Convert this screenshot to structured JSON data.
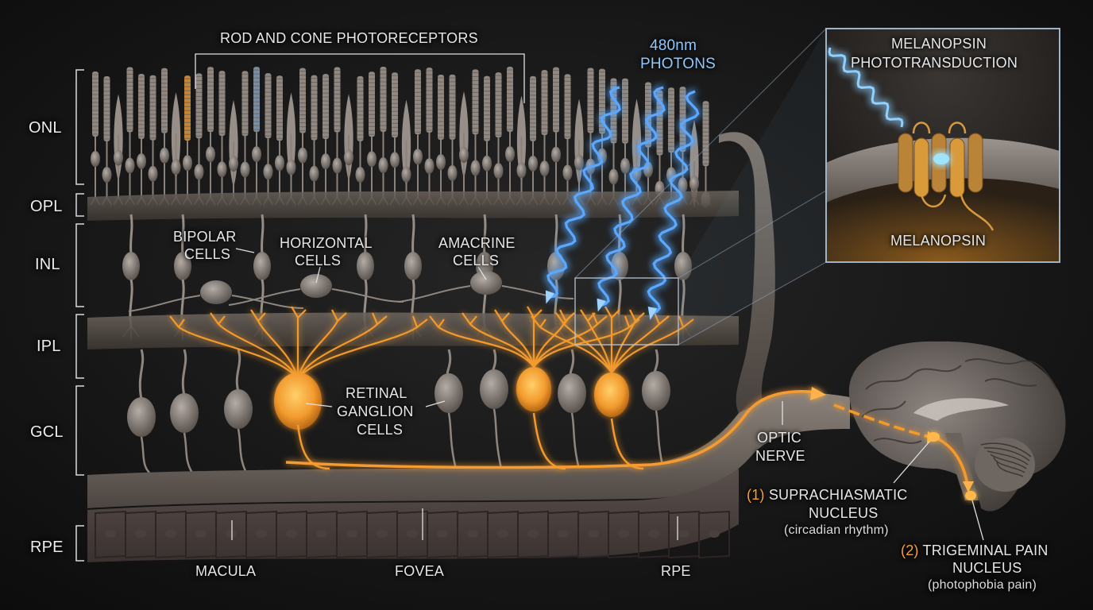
{
  "layers": [
    "ONL",
    "OPL",
    "INL",
    "IPL",
    "GCL",
    "RPE"
  ],
  "photoreceptors_label": "ROD AND CONE PHOTORECEPTORS",
  "photons": {
    "line1": "480nm",
    "line2": "PHOTONS"
  },
  "cells": {
    "bipolar": [
      "BIPOLAR",
      "CELLS"
    ],
    "horizontal": [
      "HORIZONTAL",
      "CELLS"
    ],
    "amacrine": [
      "AMACRINE",
      "CELLS"
    ],
    "ganglion": [
      "RETINAL",
      "GANGLION",
      "CELLS"
    ]
  },
  "bottom_labels": {
    "macula": "MACULA",
    "fovea": "FOVEA",
    "rpe": "RPE"
  },
  "optic_nerve": [
    "OPTIC",
    "NERVE"
  ],
  "inset": {
    "title1": "MELANOPSIN",
    "title2": "PHOTOTRANSDUCTION",
    "protein": "MELANOPSIN"
  },
  "scn": {
    "num": "(1)",
    "line1": "SUPRACHIASMATIC",
    "line2": "NUCLEUS",
    "note": "(circadian rhythm)"
  },
  "trigeminal": {
    "num": "(2)",
    "line1": "TRIGEMINAL PAIN",
    "line2": "NUCLEUS",
    "note": "(photophobia pain)"
  },
  "colors": {
    "background": "#141414",
    "ipRGC_orange": "#f29a2e",
    "photon_blue": "#5aa8ff",
    "tissue": "#6f6660",
    "label": "#e6e6e6"
  }
}
